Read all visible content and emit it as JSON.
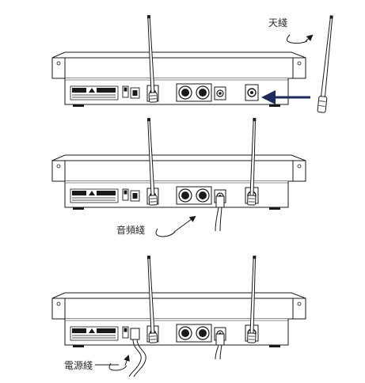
{
  "labels": {
    "antenna": "天綫",
    "audio_cable": "音頻綫",
    "power_cable": "電源綫"
  },
  "colors": {
    "outline": "#1a1a1a",
    "arrow": "#1f2a5c",
    "panel_fill": "#ffffff",
    "shade": "#9a9a9a"
  },
  "steps": [
    {
      "id": "step-1-antenna",
      "callout": "antenna"
    },
    {
      "id": "step-2-audio",
      "callout": "audio_cable"
    },
    {
      "id": "step-3-power",
      "callout": "power_cable"
    }
  ]
}
